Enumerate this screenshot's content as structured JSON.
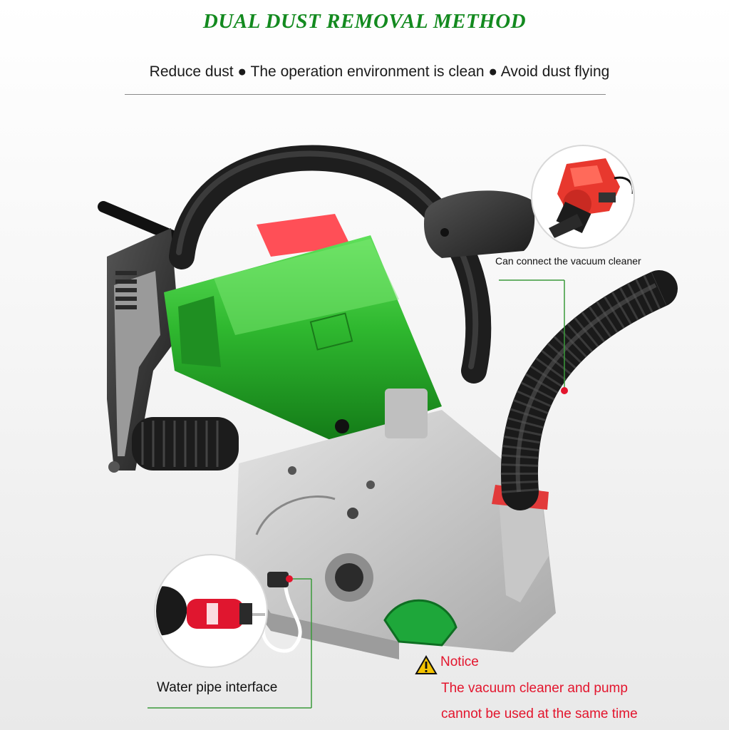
{
  "heading": {
    "title": "DUAL DUST REMOVAL METHOD",
    "subtitle": "Reduce dust ● The operation environment is clean ● Avoid dust flying"
  },
  "callouts": {
    "vacuum": "Can connect the vacuum cleaner",
    "water": "Water pipe interface"
  },
  "notice": {
    "title": "Notice",
    "line1": "The vacuum cleaner and pump",
    "line2": "cannot be used at the same time"
  },
  "colors": {
    "title_green": "#138a1f",
    "notice_red": "#e3152d",
    "motor_green": "#2fb82f",
    "accent_red": "#e03a3a"
  }
}
